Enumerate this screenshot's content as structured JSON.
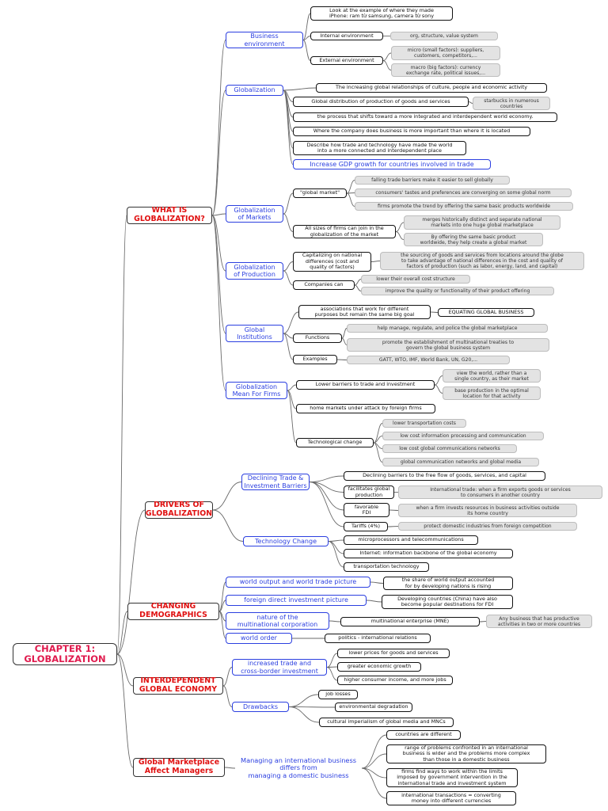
{
  "root": "CHAPTER 1:\nGLOBALIZATION",
  "branches": {
    "what": "WHAT IS\nGLOBALIZATION?",
    "drivers": "DRIVERS OF\nGLOBALIZATION",
    "demo": "CHANGING\nDEMOGRAPHICS",
    "inter": "INTERDEPENDENT\nGLOBAL ECONOMY",
    "managers": "Global Marketplace\nAffect Managers"
  },
  "subtopics": {
    "business_env": "Business\nenvironment",
    "globalization": "Globalization",
    "markets": "Globalization\nof Markets",
    "production": "Globalization\nof Production",
    "institutions": "Global\nInstitutions",
    "mean_firms": "Globalization\nMean For Firms",
    "declining": "Declining Trade &\nInvestment Barriers",
    "tech_change": "Technology Change",
    "world_output": "world output and world trade picture",
    "fdi_picture": "foreign direct investment picture",
    "nature_mnc": "nature of the\nmultinational corporation",
    "world_order": "world order",
    "increased_trade": "increased trade and\ncross-border investment",
    "drawbacks": "Drawbacks",
    "managing": "Managing an international business\ndiffers from\nmanaging a domestic business"
  },
  "items": {
    "look_example": "Look at the example of where they made\niPhone: ram từ samsung, camera từ sony",
    "internal_env": "Internal environment",
    "internal_note": "org, structure, value system",
    "external_env": "External environment",
    "micro_note": "micro (small factors): suppliers,\ncustomers, competitors,...",
    "macro_note": "macro (big factors): currency\nexchange rate, political issues,...",
    "increasing_rel": "The increasing global relationships of culture, people and economic activity",
    "global_dist": "Global distribution of production of goods and services",
    "starbucks_note": "starbucks in numerous\ncountries",
    "process_shift": "the process that shifts toward a more integrated and interdependent world economy.",
    "where_company": "Where the company does business is more important than where it is located",
    "describe_trade": "Describe how trade and technology have made the world\ninto a more connected and interdependent place",
    "increase_gdp": "Increase GDP growth for countries involved in trade",
    "global_market": "\"global market\"",
    "falling_note": "falling trade barriers make it easier to sell globally",
    "tastes_note": "consumers' tastes and preferences are converging on some global norm",
    "firms_promote_note": "firms promote the trend by offering the same basic products worldwide",
    "all_sizes": "All sizes of firms can join in the\nglobalization of the market",
    "merges_note": "merges historically distinct and separate national\nmarkets into one huge global marketplace",
    "offering_note": "By offering the same basic product\nworldwide, they help create a global market",
    "capitalizing": "Capitalizing on national\ndifferences (cost and\nquality of factors)",
    "sourcing_note": "the sourcing of goods and services from locations around the globe\nto take advantage of national differences in the cost and quality of\nfactors of production (such as labor, energy, land, and capital)",
    "companies_can": "Companies can",
    "lower_cost_note": "lower their overall cost structure",
    "improve_note": "improve the quality or functionality of their product offering",
    "associations": "associations that work for different\npurposes but remain the same big goal",
    "equating": "EQUATING GLOBAL BUSINESS",
    "functions": "Functions",
    "help_manage_note": "help manage, regulate, and police the global marketplace",
    "promote_est_note": "promote the establishment of multinational treaties to\ngovern the global business system",
    "examples": "Examples",
    "examples_note": "GATT, WTO, IMF, World Bank, UN, G20,...",
    "lower_barriers": "Lower barriers to trade and investment",
    "view_world_note": "view the world, rather than a\nsingle country, as their market",
    "base_prod_note": "base production in the optimal\nlocation for that activity",
    "home_markets": "home markets under attack by foreign firms",
    "tech_change_leaf": "Technological change",
    "lower_transport_note": "lower transportation costs",
    "low_info_note": "low cost information processing and communication",
    "low_global_note": "low cost global communications networks",
    "global_comm_note": "global communication networks and global media",
    "declining_barriers": "Declining barriers to the free flow of goods, services, and capital",
    "facilitates": "facilitates global\nproduction",
    "intl_trade_note": "International trade: when a firm exports goods or services\nto consumers in another country",
    "favorable_fdi": "favorable\nFDI",
    "fdi_note": "when a firm invests resources in business activities outside\nits home country",
    "tariffs": "Tariffs (4%)",
    "protect_note": "protect domestic industries from foreign competition",
    "microprocessors": "microprocessors and telecommunications",
    "internet": "Internet: information backbone of the global economy",
    "transport_tech": "transportation technology",
    "share_output": "the share of world output accounted\nfor by developing nations is rising",
    "developing": "Developing countries (China) have also\nbecome popular destinations for FDI",
    "mne": "multinational enterprise (MNE)",
    "mne_note": "Any business that has productive\nactivities in two or more countries",
    "politics": "politics  -  international relations",
    "lower_prices": "lower prices for goods and services",
    "greater_growth": "greater economic growth",
    "higher_income": "higher consumer income, and more jobs",
    "job_losses": "job losses",
    "env_degradation": "environmental degradation",
    "cultural_imp": "cultural imperialism of global media and MNCs",
    "countries_diff": "countries are different",
    "range_problems": "range of problems confronted in an international\nbusiness is wider and the problems more complex\nthan those in a domestic business",
    "firms_find": "firms find ways to work within the limits\nimposed by government intervention in the\ninternational trade and investment system",
    "intl_transactions": "international transactions = converting\nmoney into different currencies"
  },
  "colors": {
    "main_text": "#e01010",
    "sub_text": "#2b3fe0",
    "root_text": "#e01b4e",
    "note_fill": "#e3e3e3",
    "connector": "#6a6a6a"
  }
}
